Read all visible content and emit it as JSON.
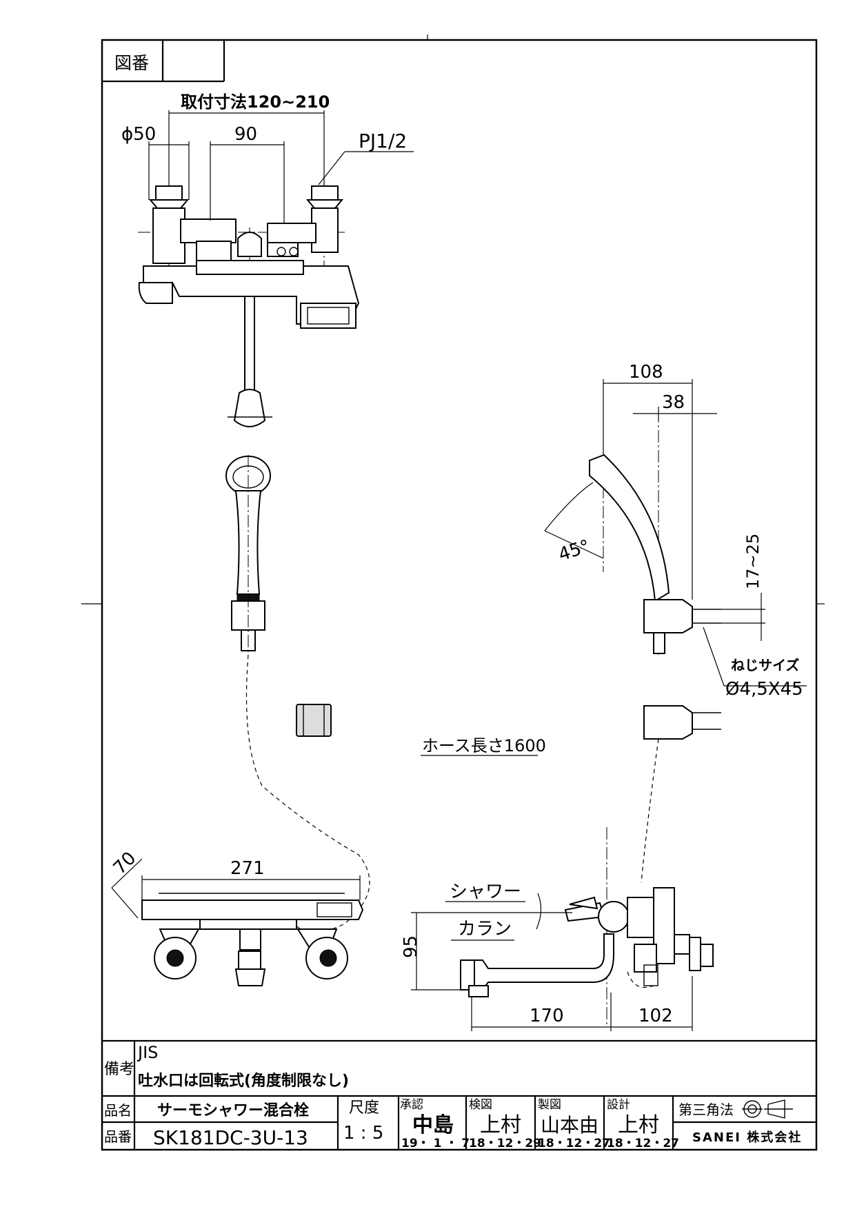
{
  "title_block": {
    "drawing_number_label": "図番",
    "drawing_number_value": "",
    "remarks_label": "備考",
    "remarks_lines": [
      "JIS",
      "吐水口は回転式(角度制限なし)"
    ],
    "product_name_label": "品名",
    "product_name": "サーモシャワー混合栓",
    "part_number_label": "品番",
    "part_number": "SK181DC-3U-13",
    "scale_label": "尺度",
    "scale": "1 : 5",
    "approval": {
      "label": "承認",
      "name": "中島",
      "date": "19・ 1 ・ 7"
    },
    "check": {
      "label": "検図",
      "name": "上村",
      "date": "18・12・29"
    },
    "draft": {
      "label": "製図",
      "name": "山本由",
      "date": "18・12・27"
    },
    "design": {
      "label": "設計",
      "name": "上村",
      "date": "18・12・27"
    },
    "projection_label": "第三角法",
    "company": "SANEI 株式会社"
  },
  "dimensions": {
    "mount_pitch": "取付寸法120~210",
    "phi50": "ϕ50",
    "d90": "90",
    "pj": "PJ1/2",
    "d108": "108",
    "d38": "38",
    "angle45": "45°",
    "d17_25": "17~25",
    "screw_label": "ねじサイズ",
    "screw_size": "Ø4,5X45",
    "hose_length": "ホース長さ1600",
    "d70": "70",
    "d271": "271",
    "shower_label": "シャワー",
    "karan_label": "カラン",
    "d95": "95",
    "d170": "170",
    "d102": "102"
  }
}
